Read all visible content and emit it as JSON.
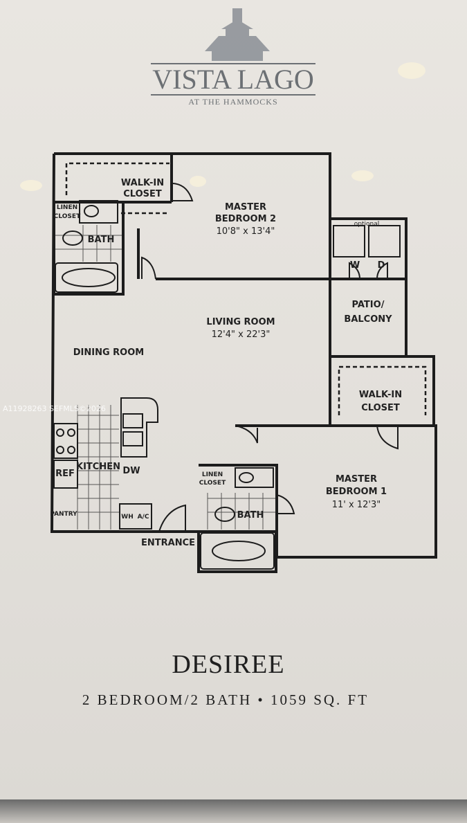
{
  "logo": {
    "name": "VISTA LAGO",
    "tagline": "AT THE HAMMOCKS"
  },
  "watermark": "A11928263 SEFMLS©2026",
  "rooms": {
    "walk_in_closet_top": [
      "WALK-IN",
      "CLOSET"
    ],
    "master_bedroom_2": {
      "name": "MASTER",
      "name2": "BEDROOM 2",
      "size": "10'8\" x 13'4\""
    },
    "linen_closet_top": [
      "LINEN",
      "CLOSET"
    ],
    "bath_top": "BATH",
    "laundry_optional": "optional",
    "washer": "W",
    "dryer": "D",
    "patio": [
      "PATIO/",
      "BALCONY"
    ],
    "living_room": {
      "name": "LIVING ROOM",
      "size": "12'4\" x 22'3\""
    },
    "dining_room": "DINING ROOM",
    "walk_in_closet_right": [
      "WALK-IN",
      "CLOSET"
    ],
    "kitchen": "KITCHEN",
    "ref": "REF",
    "dw": "DW",
    "pantry": "PANTRY",
    "wh": "WH",
    "ac": "A/C",
    "linen_closet_bottom": [
      "LINEN",
      "CLOSET"
    ],
    "bath_bottom": "BATH",
    "entrance": "ENTRANCE",
    "master_bedroom_1": {
      "name": "MASTER",
      "name2": "BEDROOM 1",
      "size": "11' x 12'3\""
    }
  },
  "plan": {
    "name": "DESIREE",
    "details": "2 BEDROOM/2 BATH • 1059 SQ. FT"
  }
}
